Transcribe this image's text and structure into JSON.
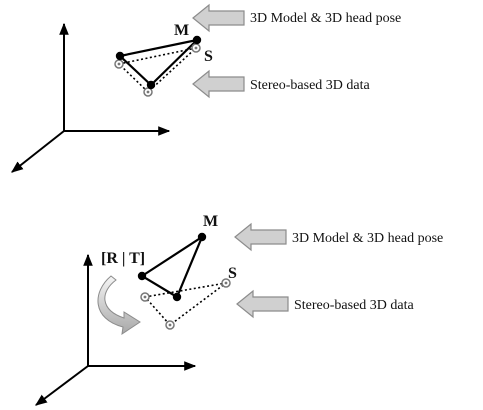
{
  "top_panel": {
    "model_point_label": "M",
    "stereo_point_label": "S",
    "model_arrow_text": "3D Model & 3D head pose",
    "stereo_arrow_text": "Stereo-based 3D data"
  },
  "bottom_panel": {
    "transform_label": "[R | T]",
    "model_point_label": "M",
    "stereo_point_label": "S",
    "model_arrow_text": "3D Model & 3D head pose",
    "stereo_arrow_text": "Stereo-based 3D data"
  },
  "colors": {
    "arrow_fill": "#d0d0d0",
    "arrow_stroke": "#8c8c8c",
    "solid_point": "#000000",
    "stereo_point_ring": "#777777"
  }
}
